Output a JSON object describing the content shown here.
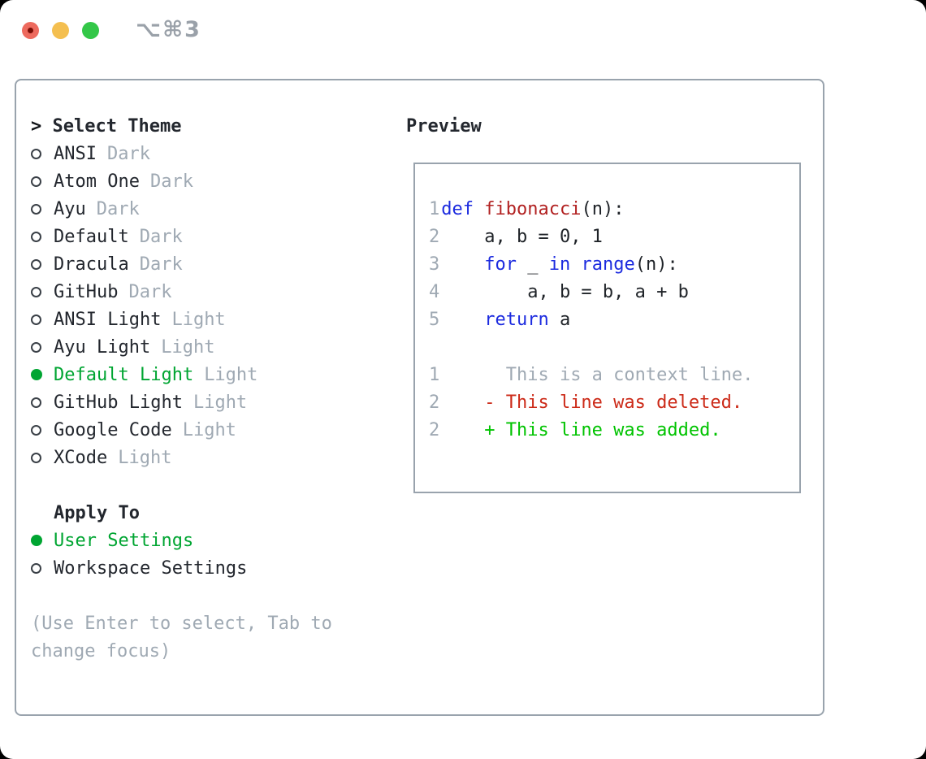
{
  "window": {
    "shortcut": "⌥⌘3",
    "traffic_lights": [
      {
        "name": "close-button",
        "color": "#ed6a5e"
      },
      {
        "name": "minimize-button",
        "color": "#f4bf50"
      },
      {
        "name": "zoom-button",
        "color": "#33c748"
      }
    ]
  },
  "icons": {
    "radio_selected": "●",
    "radio_unselected": "○"
  },
  "colors": {
    "text": "#23272e",
    "muted": "#9fa9b3",
    "selection_green": "#00a532",
    "diff_add": "#00c300",
    "diff_del": "#cc2a18",
    "keyword_blue": "#1c2bdf",
    "function_red": "#b22222",
    "border_gray": "#99a3ad"
  },
  "theme_picker": {
    "header": {
      "cursor": "> ",
      "label": "Select Theme"
    },
    "themes": [
      {
        "name": "ANSI",
        "variant": "Dark",
        "selected": false
      },
      {
        "name": "Atom One",
        "variant": "Dark",
        "selected": false
      },
      {
        "name": "Ayu",
        "variant": "Dark",
        "selected": false
      },
      {
        "name": "Default",
        "variant": "Dark",
        "selected": false
      },
      {
        "name": "Dracula",
        "variant": "Dark",
        "selected": false
      },
      {
        "name": "GitHub",
        "variant": "Dark",
        "selected": false
      },
      {
        "name": "ANSI Light",
        "variant": "Light",
        "selected": false
      },
      {
        "name": "Ayu Light",
        "variant": "Light",
        "selected": false
      },
      {
        "name": "Default Light",
        "variant": "Light",
        "selected": true
      },
      {
        "name": "GitHub Light",
        "variant": "Light",
        "selected": false
      },
      {
        "name": "Google Code",
        "variant": "Light",
        "selected": false
      },
      {
        "name": "XCode",
        "variant": "Light",
        "selected": false
      }
    ],
    "apply_to": {
      "label": "Apply To",
      "options": [
        {
          "label": "User Settings",
          "selected": true
        },
        {
          "label": "Workspace Settings",
          "selected": false
        }
      ]
    },
    "hint": "(Use Enter to select, Tab to change focus)"
  },
  "preview": {
    "title": "Preview",
    "code_lines": [
      {
        "number": "1",
        "segments": [
          {
            "t": "def",
            "c": "kw"
          },
          {
            "t": " ",
            "c": "plain"
          },
          {
            "t": "fibonacci",
            "c": "fn"
          },
          {
            "t": "(n):",
            "c": "plain"
          }
        ]
      },
      {
        "number": "2",
        "segments": [
          {
            "t": "    a, b = 0, 1",
            "c": "plain"
          }
        ]
      },
      {
        "number": "3",
        "segments": [
          {
            "t": "    ",
            "c": "plain"
          },
          {
            "t": "for",
            "c": "kw"
          },
          {
            "t": " _ ",
            "c": "plain"
          },
          {
            "t": "in",
            "c": "kw"
          },
          {
            "t": " ",
            "c": "plain"
          },
          {
            "t": "range",
            "c": "kw"
          },
          {
            "t": "(n):",
            "c": "plain"
          }
        ]
      },
      {
        "number": "4",
        "segments": [
          {
            "t": "        a, b = b, a + b",
            "c": "plain"
          }
        ]
      },
      {
        "number": "5",
        "segments": [
          {
            "t": "    ",
            "c": "plain"
          },
          {
            "t": "return",
            "c": "kw"
          },
          {
            "t": " a",
            "c": "plain"
          }
        ]
      }
    ],
    "diff_lines": [
      {
        "number": "1",
        "segments": [
          {
            "t": "      This is a context line.",
            "c": "ctx"
          }
        ]
      },
      {
        "number": "2",
        "segments": [
          {
            "t": "    - This line was deleted.",
            "c": "del"
          }
        ]
      },
      {
        "number": "2",
        "segments": [
          {
            "t": "    + This line was added.",
            "c": "add"
          }
        ]
      }
    ]
  }
}
